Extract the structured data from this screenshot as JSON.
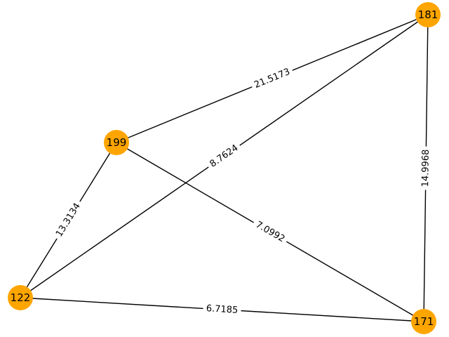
{
  "graph": {
    "node_color": "#ffa500",
    "edge_color": "#000000",
    "nodes": [
      {
        "id": "n181",
        "label": "181"
      },
      {
        "id": "n199",
        "label": "199"
      },
      {
        "id": "n122",
        "label": "122"
      },
      {
        "id": "n171",
        "label": "171"
      }
    ],
    "edges": [
      {
        "source": "n181",
        "target": "n199",
        "label": "21.5173"
      },
      {
        "source": "n181",
        "target": "n122",
        "label": "8.7624"
      },
      {
        "source": "n181",
        "target": "n171",
        "label": "14.9968"
      },
      {
        "source": "n199",
        "target": "n122",
        "label": "13.3134"
      },
      {
        "source": "n199",
        "target": "n171",
        "label": "7.0992"
      },
      {
        "source": "n122",
        "target": "n171",
        "label": "6.7185"
      }
    ]
  }
}
